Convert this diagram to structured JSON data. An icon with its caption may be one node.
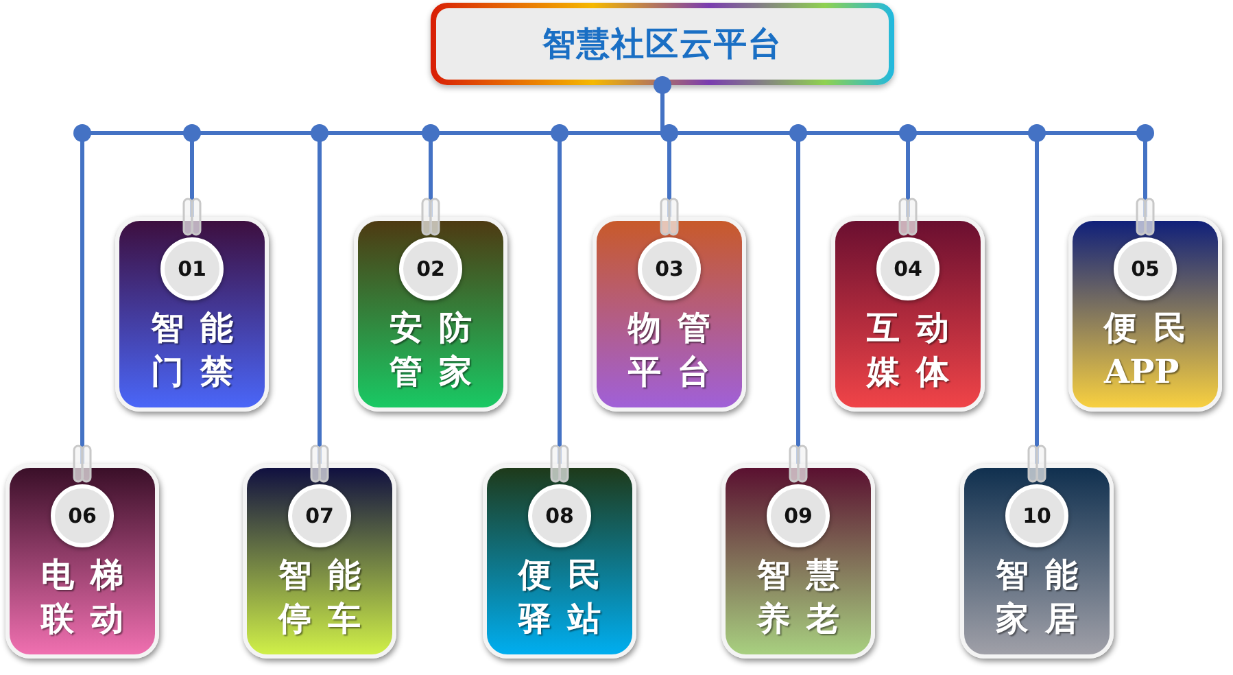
{
  "diagram": {
    "nodes": [
      {
        "text": [
          "智慧社区云平台"
        ]
      },
      {
        "text": [
          "01",
          "智能门禁"
        ]
      },
      {
        "text": [
          "02",
          "安防管家"
        ]
      },
      {
        "text": [
          "03",
          "物管平台"
        ]
      },
      {
        "text": [
          "04",
          "互动媒体"
        ]
      },
      {
        "text": [
          "05",
          "便民APP"
        ]
      },
      {
        "text": [
          "06",
          "电梯联动"
        ]
      },
      {
        "text": [
          "07",
          "智能停车"
        ]
      },
      {
        "text": [
          "08",
          "便民驿站"
        ]
      },
      {
        "text": [
          "09",
          "智慧养老"
        ]
      },
      {
        "text": [
          "10",
          "智能家居"
        ]
      }
    ],
    "edges": [
      {
        "from": 0,
        "to": 1,
        "arrow": "other"
      },
      {
        "from": 0,
        "to": 2,
        "arrow": "other"
      },
      {
        "from": 0,
        "to": 3,
        "arrow": "other"
      },
      {
        "from": 0,
        "to": 4,
        "arrow": "other"
      },
      {
        "from": 0,
        "to": 5,
        "arrow": "other"
      },
      {
        "from": 0,
        "to": 6,
        "arrow": "other"
      },
      {
        "from": 0,
        "to": 7,
        "arrow": "other"
      },
      {
        "from": 0,
        "to": 8,
        "arrow": "other"
      },
      {
        "from": 0,
        "to": 9,
        "arrow": "other"
      },
      {
        "from": 0,
        "to": 10,
        "arrow": "other"
      }
    ]
  }
}
